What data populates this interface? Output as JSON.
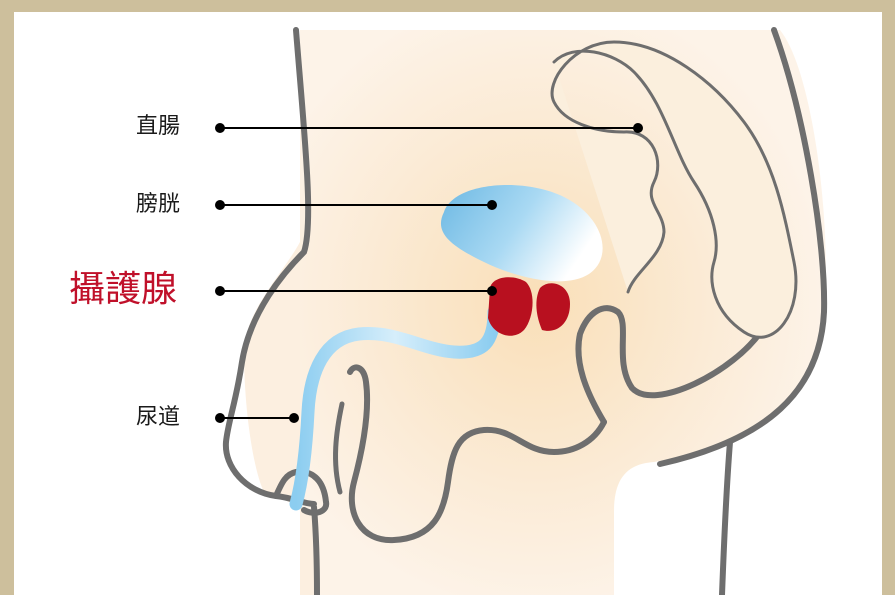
{
  "labels": {
    "rectum": "直腸",
    "bladder": "膀胱",
    "prostate": "攝護腺",
    "urethra": "尿道"
  },
  "colors": {
    "frame": "#cdbf9c",
    "skin": "#fbefdd",
    "outline": "#6e6e6e",
    "bladder": "#7cc0e6",
    "urethra": "#9fd4f0",
    "prostate": "#b8101f",
    "highlight_text": "#c0102a",
    "leader": "#000000"
  }
}
